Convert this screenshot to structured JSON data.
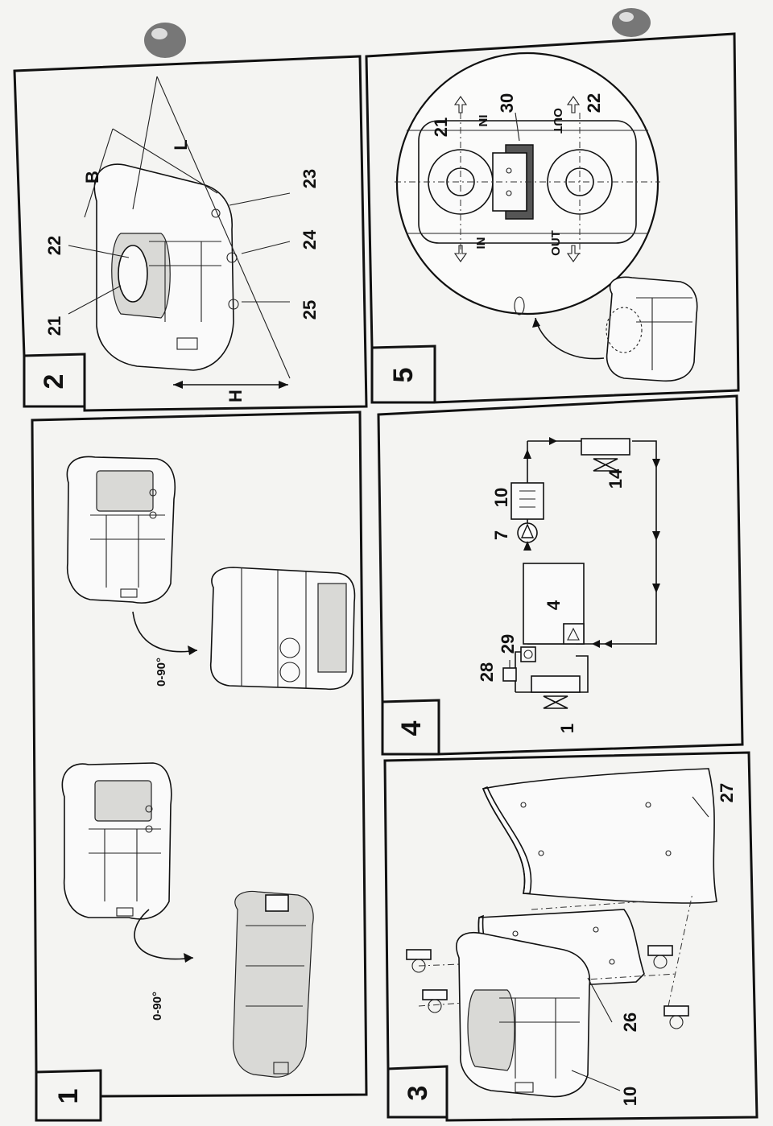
{
  "panels": [
    {
      "number": "1"
    },
    {
      "number": "2"
    },
    {
      "number": "3"
    },
    {
      "number": "4"
    },
    {
      "number": "5"
    }
  ],
  "panel1": {
    "rotation_label_a": "0-90°",
    "rotation_label_b": "0-90°"
  },
  "panel2": {
    "dim_B": "B",
    "dim_L": "L",
    "dim_H": "H",
    "callouts": [
      "21",
      "22",
      "23",
      "24",
      "25"
    ]
  },
  "panel3": {
    "callouts": [
      "10",
      "26",
      "27"
    ]
  },
  "panel4": {
    "callouts": [
      "1",
      "28",
      "29",
      "4",
      "7",
      "10",
      "14"
    ]
  },
  "panel5": {
    "callouts": [
      "21",
      "30",
      "22"
    ],
    "labels": {
      "in_top": "IN",
      "out_top": "OUT",
      "in_bottom": "IN",
      "out_bottom": "OUT"
    }
  }
}
